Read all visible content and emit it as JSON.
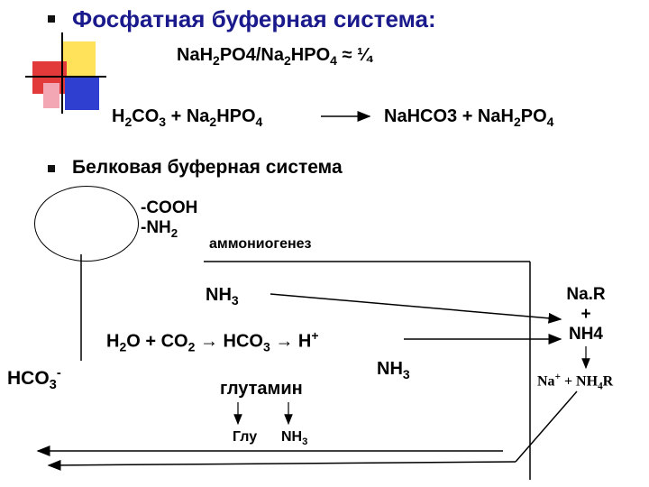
{
  "heading1": "Фосфатная буферная система:",
  "ratio": {
    "a": "Na",
    "b": "H",
    "c": "2",
    "d": "PO4/Na",
    "e": "2",
    "f": "HPO",
    "g": "4",
    "h": " ≈ ¼"
  },
  "reaction1": {
    "left": {
      "a": "H",
      "b": "2",
      "c": "CO",
      "d": "3",
      "e": " + Na",
      "f": "2",
      "g": "HPO",
      "h": "4"
    },
    "right": {
      "a": "NaHCO3 + NaH",
      "b": "2",
      "c": "PO",
      "d": "4"
    }
  },
  "heading2": "Белковая буферная система",
  "cooh": "-COOH",
  "nh2": {
    "a": "-NH",
    "b": "2"
  },
  "ammoniogenesis": "аммониогенез",
  "nh3_top": {
    "a": "NH",
    "b": "3"
  },
  "equation": {
    "a": "H",
    "b": "2",
    "c": "O + CO",
    "d": "2",
    "e": " → HCO",
    "f": "3",
    "g": " → H",
    "h": "+"
  },
  "hco3": {
    "a": "HCO",
    "b": "3",
    "c": "-"
  },
  "glutamine": "глутамин",
  "nh3_mid": {
    "a": "NH",
    "b": "3"
  },
  "glu": "Глу",
  "nh3_small": {
    "a": "NH",
    "b": "3"
  },
  "nar": {
    "l1": "Na.R",
    "l2": "+",
    "l3": "NH4"
  },
  "na_nh4r": {
    "a": "Na",
    "b": "+",
    "c": " + NH",
    "d": "4",
    "e": "R"
  },
  "colors": {
    "title": "#1a1a8c",
    "deco_red": "#e23a3a",
    "deco_yellow": "#ffe25a",
    "deco_blue": "#2f3fd0",
    "deco_pink": "#f3a6b4"
  }
}
